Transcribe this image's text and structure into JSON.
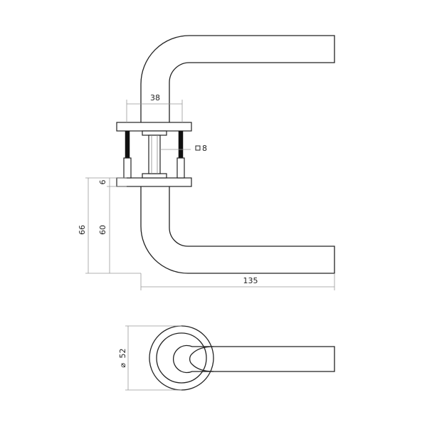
{
  "drawing": {
    "dimensions": {
      "rose_width": "38",
      "spindle_square": "8",
      "rose_thickness": "6",
      "height_total": "66",
      "height_axis": "60",
      "projection": "135",
      "rose_diameter": "52"
    },
    "diameter_symbol": "⌀"
  }
}
